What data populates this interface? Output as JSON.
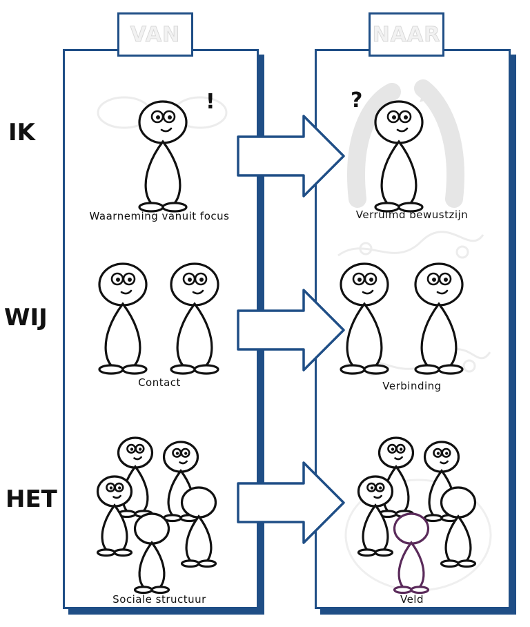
{
  "columns": {
    "from": {
      "header": "VAN"
    },
    "to": {
      "header": "NAAR"
    }
  },
  "rows": [
    {
      "label": "IK",
      "from_caption": "Waarneming vanuit focus",
      "to_caption": "Verruimd bewustzijn",
      "from_mark": "!",
      "to_mark": "?"
    },
    {
      "label": "WIJ",
      "from_caption": "Contact",
      "to_caption": "Verbinding"
    },
    {
      "label": "HET",
      "from_caption": "Sociale structuur",
      "to_caption": "Veld"
    }
  ],
  "colors": {
    "frame": "#1f4e86",
    "ink": "#111111",
    "highlight_figure": "#5a2a5a",
    "faded": "#e6e6e6"
  }
}
